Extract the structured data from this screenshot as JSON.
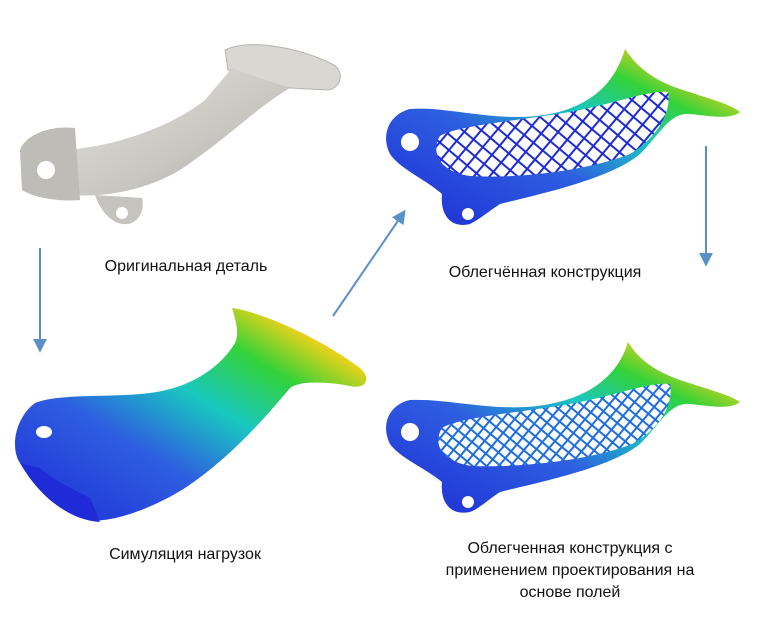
{
  "captions": {
    "original": "Оригинальная деталь",
    "simulation": "Симуляция нагрузок",
    "lightweight": "Облегчённая конструкция",
    "field_driven": "Облегченная конструкция с применением проектирования на основе полей"
  },
  "colors": {
    "arrow": "#5b8fc7",
    "part_gray": "#c9c8c2",
    "stress_low": "#1e2bd6",
    "stress_mid": "#19c8c0",
    "stress_high": "#d81e12"
  }
}
